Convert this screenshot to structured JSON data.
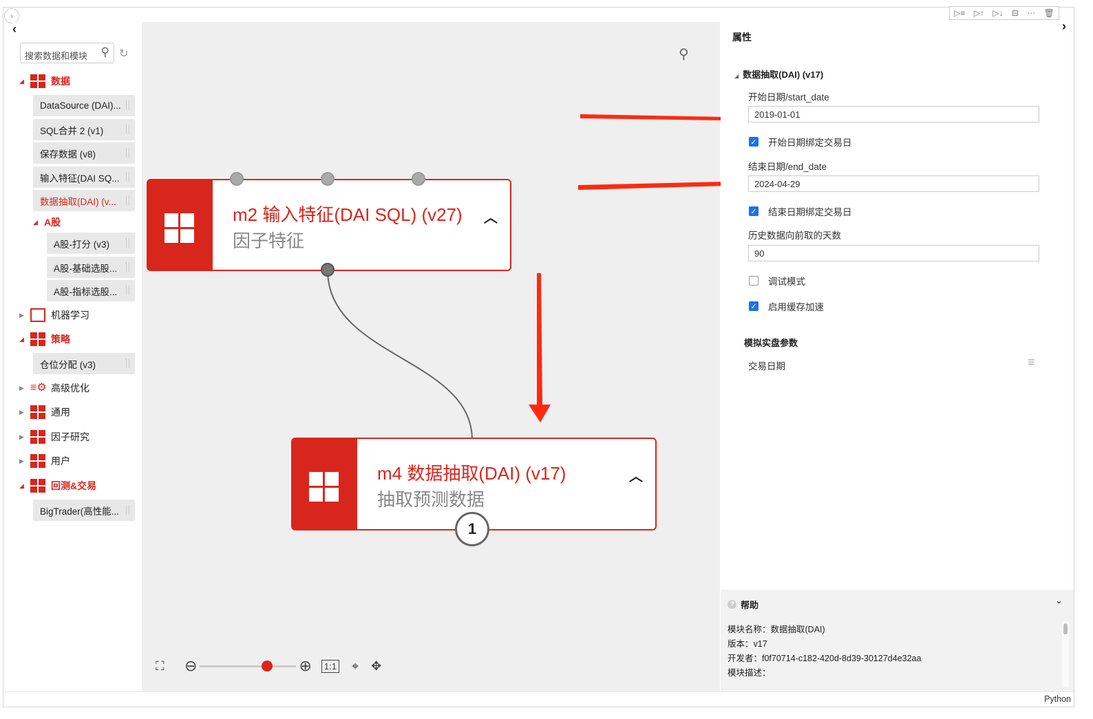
{
  "sidebar": {
    "search_placeholder": "搜索数据和模块",
    "categories": [
      {
        "label": "数据",
        "items": [
          "DataSource (DAI)...",
          "SQL合并 2 (v1)",
          "保存数据 (v8)",
          "输入特征(DAI SQ...",
          "数据抽取(DAI) (v..."
        ]
      },
      {
        "label": "A股",
        "items": [
          "A股-打分 (v3)",
          "A股-基础选股...",
          "A股-指标选股..."
        ]
      },
      {
        "label": "机器学习"
      },
      {
        "label": "策略",
        "items": [
          "仓位分配 (v3)"
        ]
      },
      {
        "label": "高级优化"
      },
      {
        "label": "通用"
      },
      {
        "label": "因子研究"
      },
      {
        "label": "用户"
      },
      {
        "label": "回测&交易",
        "items": [
          "BigTrader(高性能..."
        ]
      }
    ]
  },
  "canvas": {
    "nodes": [
      {
        "title": "m2 输入特征(DAI SQL) (v27)",
        "subtitle": "因子特征"
      },
      {
        "title": "m4 数据抽取(DAI) (v17)",
        "subtitle": "抽取预测数据",
        "badge": "1"
      }
    ],
    "zoom": {
      "fit_label": "1:1",
      "level": 0.7
    }
  },
  "properties": {
    "title": "属性",
    "section": "数据抽取(DAI) (v17)",
    "start_label": "开始日期/start_date",
    "start_value": "2019-01-01",
    "start_bind": "开始日期绑定交易日",
    "end_label": "结束日期/end_date",
    "end_value": "2024-04-29",
    "end_bind": "结束日期绑定交易日",
    "history_label": "历史数据向前取的天数",
    "history_value": "90",
    "debug": "调试模式",
    "cache": "启用缓存加速",
    "sim_section": "模拟实盘参数",
    "trade_date": "交易日期"
  },
  "help": {
    "title": "帮助",
    "lines": [
      "模块名称：数据抽取(DAI)",
      "版本：v17",
      "开发者：f0f70714-c182-420d-8d39-30127d4e32aa",
      "模块描述："
    ]
  },
  "status": {
    "language": "Python"
  },
  "colors": {
    "accent": "#d9261c",
    "arrow": "#ff2a10",
    "checkbox": "#1a73e8"
  }
}
